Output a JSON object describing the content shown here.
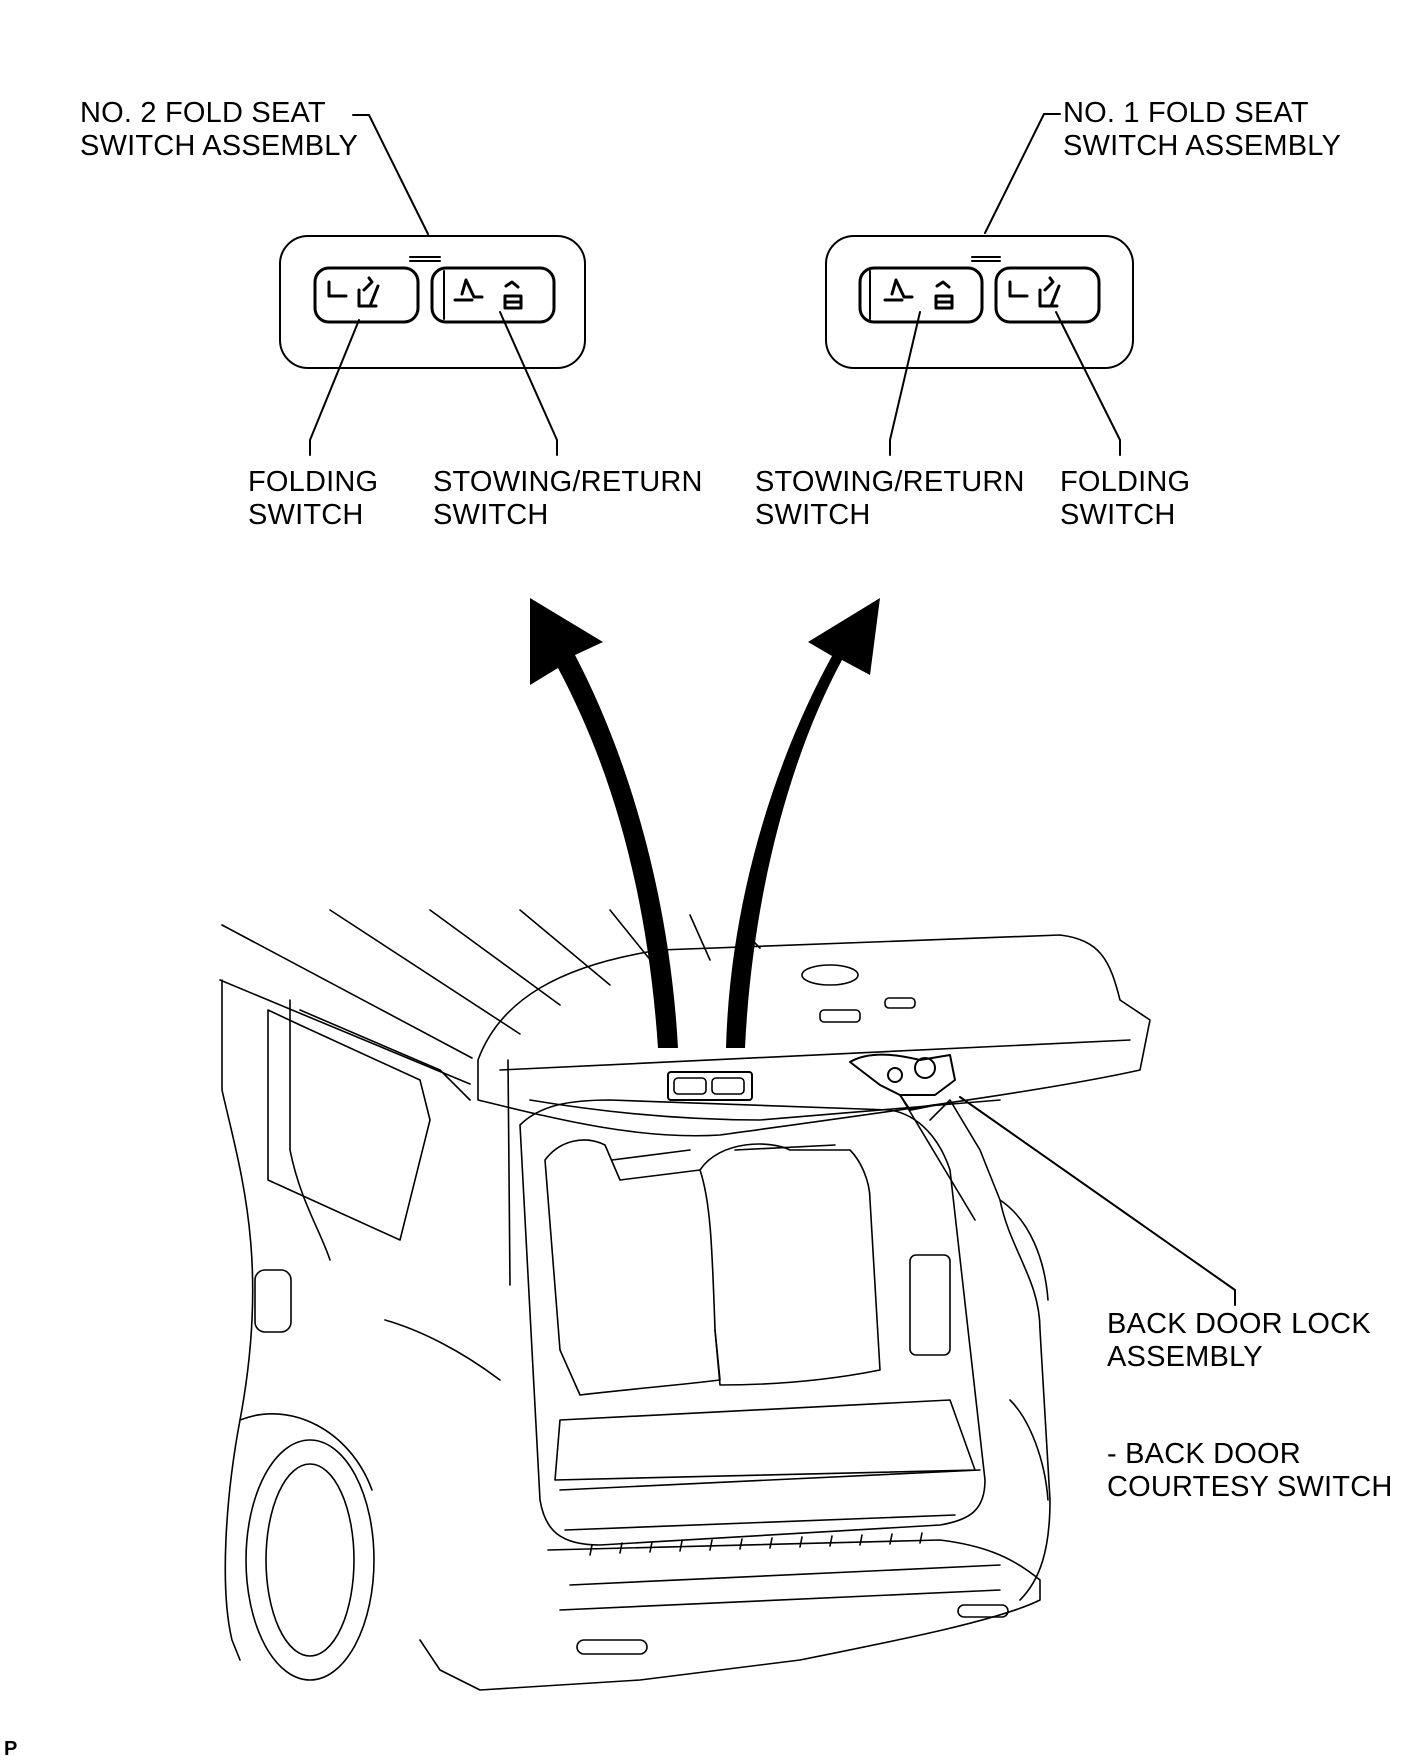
{
  "labels": {
    "no2_assembly": {
      "line1": "NO. 2 FOLD SEAT",
      "line2": "SWITCH ASSEMBLY"
    },
    "no1_assembly": {
      "line1": "NO. 1 FOLD SEAT",
      "line2": "SWITCH ASSEMBLY"
    },
    "left_folding": {
      "line1": "FOLDING",
      "line2": "SWITCH"
    },
    "left_stowing": {
      "line1": "STOWING/RETURN",
      "line2": "SWITCH"
    },
    "right_stowing": {
      "line1": "STOWING/RETURN",
      "line2": "SWITCH"
    },
    "right_folding": {
      "line1": "FOLDING",
      "line2": "SWITCH"
    },
    "back_door_lock": {
      "line1": "BACK DOOR LOCK",
      "line2": "ASSEMBLY"
    },
    "courtesy_switch": {
      "line1": "- BACK DOOR",
      "line2": "COURTESY SWITCH"
    }
  },
  "corner_mark": "P",
  "icons": [
    "seat-fold-icon",
    "seat-stow-icon",
    "rear-door-switch-icon"
  ]
}
